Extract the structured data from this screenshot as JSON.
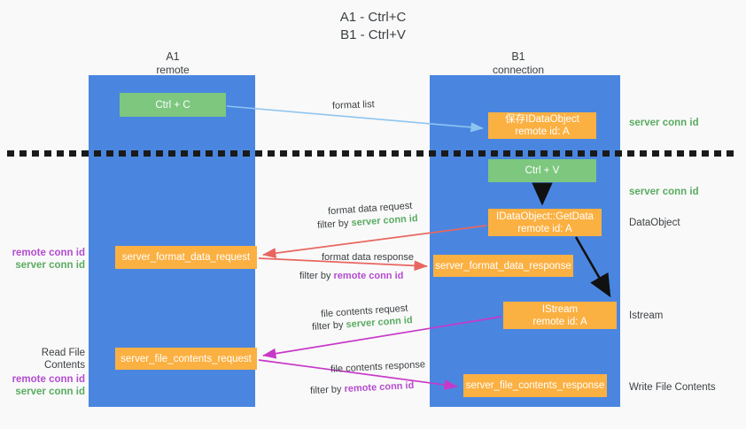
{
  "title": {
    "line1": "A1 - Ctrl+C",
    "line2": "B1 - Ctrl+V"
  },
  "columns": [
    {
      "name": "A1",
      "sub": "remote"
    },
    {
      "name": "B1",
      "sub": "connection"
    }
  ],
  "nodes": {
    "ctrl_c": {
      "label": "Ctrl + C",
      "color": "#7dc77f"
    },
    "idataobject": {
      "line1": "保存IDataObject",
      "line2": "remote id: A",
      "color": "#fbb042"
    },
    "ctrl_v": {
      "label": "Ctrl + V",
      "color": "#7dc77f"
    },
    "getdata": {
      "line1": "IDataObject::GetData",
      "line2": "remote id: A",
      "color": "#fbb042"
    },
    "format_data_request": {
      "label": "server_format_data_request",
      "color": "#fbb042"
    },
    "format_data_response": {
      "label": "server_format_data_response",
      "color": "#fbb042"
    },
    "istream": {
      "line1": "IStream",
      "line2": "remote id: A",
      "color": "#fbb042"
    },
    "file_contents_request": {
      "label": "server_file_contents_request",
      "color": "#fbb042"
    },
    "file_contents_response": {
      "label": "server_file_contents_response",
      "color": "#fbb042"
    }
  },
  "side_labels": {
    "server_conn_id_1": "server conn id",
    "server_conn_id_2": "server conn id",
    "dataobject": "DataObject",
    "istream": "Istream",
    "write_file_contents": "Write File Contents"
  },
  "left_labels": {
    "format_remote": "remote conn id",
    "format_server": "server conn id",
    "read_file_contents": "Read File Contents",
    "read_remote": "remote conn id",
    "read_server": "server conn id"
  },
  "edge_labels": {
    "format_list": "format list",
    "format_data_request": "format data request",
    "format_data_request_filter_prefix": "filter by ",
    "format_data_request_filter_value": "server conn id",
    "format_data_response": "format data response",
    "format_data_response_filter_prefix": "filter by ",
    "format_data_response_filter_value": "remote conn id",
    "file_contents_request": "file contents request",
    "file_contents_request_filter_prefix": "filter by ",
    "file_contents_request_filter_value": "server conn id",
    "file_contents_response": "file contents response",
    "file_contents_response_filter_prefix": "filter by ",
    "file_contents_response_filter_value": "remote conn id"
  },
  "colors": {
    "lane": "#4a86e0",
    "green_node": "#7dc77f",
    "orange_node": "#fbb042",
    "green_text": "#5aab61",
    "purple_text": "#b44cd0",
    "arrow_blue": "#8ec5f0",
    "arrow_red": "#e8665f",
    "arrow_magenta": "#c838c8",
    "arrow_black": "#000000",
    "background": "#f9f9f9"
  }
}
